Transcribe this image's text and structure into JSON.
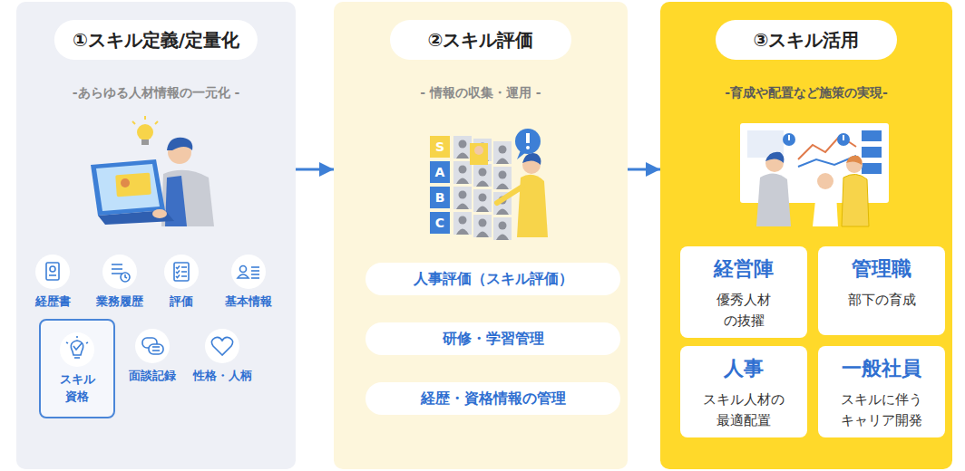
{
  "diagram": {
    "nodes": [
      {
        "text": [
          "①スキル定義/定量化",
          "-あらゆる人材情報の一元化 -"
        ]
      },
      {
        "text": [
          "経歴書"
        ],
        "in": 0
      },
      {
        "text": [
          "業務履歴"
        ],
        "in": 0
      },
      {
        "text": [
          "評価"
        ],
        "in": 0
      },
      {
        "text": [
          "基本情報"
        ],
        "in": 0
      },
      {
        "text": [
          "スキル 資格"
        ],
        "in": 0
      },
      {
        "text": [
          "面談記録"
        ],
        "in": 0
      },
      {
        "text": [
          "性格・人柄"
        ],
        "in": 0
      },
      {
        "text": [
          "②スキル評価",
          "- 情報の収集・運用 -"
        ]
      },
      {
        "text": [
          "人事評価（スキル評価）"
        ],
        "in": 8
      },
      {
        "text": [
          "研修・学習管理"
        ],
        "in": 8
      },
      {
        "text": [
          "経歴・資格情報の管理"
        ],
        "in": 8
      },
      {
        "text": [
          "③スキル活用",
          "-育成や配置など施策の実現-"
        ]
      },
      {
        "text": [
          "経営陣",
          "優秀人材 の抜擢"
        ],
        "in": 12
      },
      {
        "text": [
          "管理職",
          "部下の育成"
        ],
        "in": 12
      },
      {
        "text": [
          "人事",
          "スキル人材の 最適配置"
        ],
        "in": 12
      },
      {
        "text": [
          "一般社員",
          "スキルに伴う キャリア開発"
        ],
        "in": 12
      }
    ],
    "edges": [
      {
        "from": 0,
        "to": 8,
        "arrow": "to"
      },
      {
        "from": 8,
        "to": 12,
        "arrow": "to"
      }
    ],
    "labels": [
      "S",
      "A",
      "B",
      "C"
    ]
  }
}
